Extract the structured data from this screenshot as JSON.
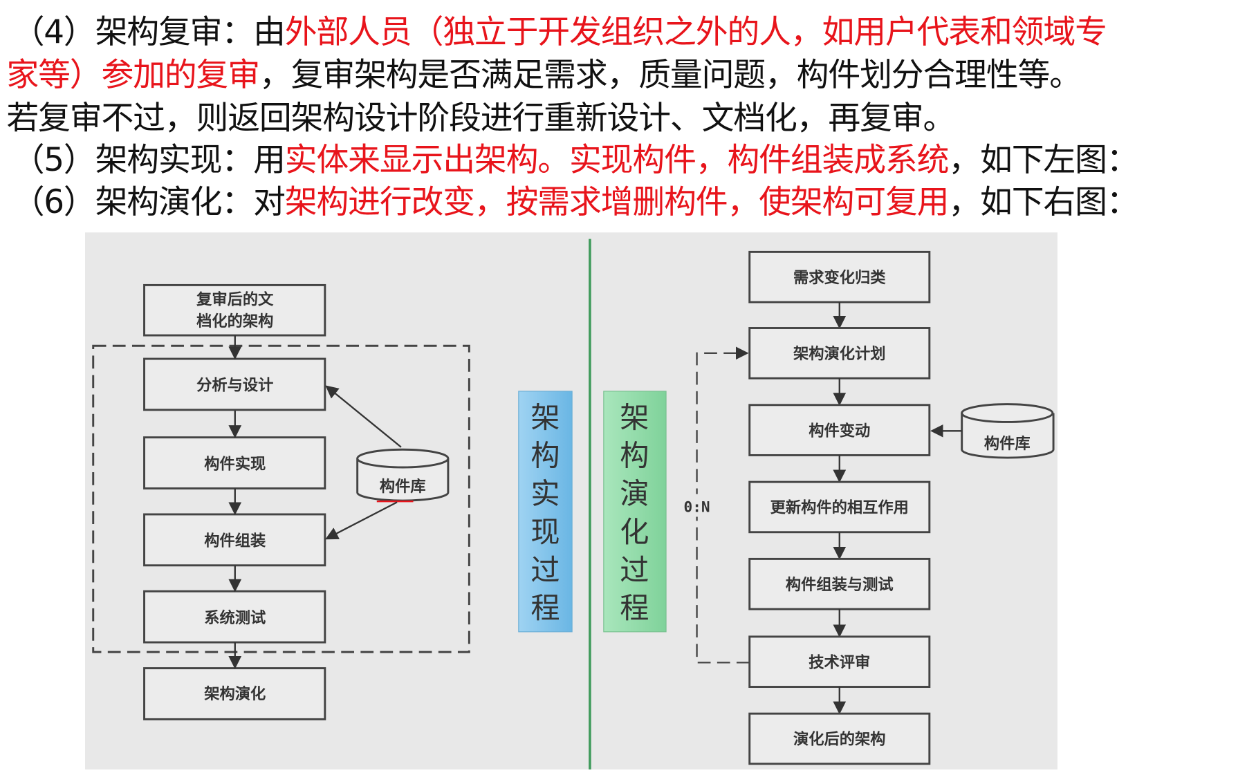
{
  "paragraphs": {
    "p4": {
      "a": "（4）架构复审：由",
      "b": "外部人员（独立于开发组织之外的人，如用户代表和领域专",
      "c": "家等）参加的复审",
      "d": "，复审架构是否满足需求，质量问题，构件划分合理性等。",
      "e": "若复审不过，则返回架构设计阶段进行重新设计、文档化，再复审。"
    },
    "p5": {
      "a": "（5）架构实现：用",
      "b": "实体来显示出架构。实现构件，构件组装成系统",
      "c": "，如下左图："
    },
    "p6": {
      "a": "（6）架构演化：对",
      "b": "架构进行改变，按需求增删构件，使架构可复用",
      "c": "，如下右图："
    }
  },
  "left_diagram": {
    "title_chars": [
      "架",
      "构",
      "实",
      "现",
      "过",
      "程"
    ],
    "start_box": [
      "复审后的文",
      "档化的架构"
    ],
    "steps": [
      "分析与设计",
      "构件实现",
      "构件组装",
      "系统测试"
    ],
    "end_box": "架构演化",
    "repository": "构件库"
  },
  "right_diagram": {
    "title_chars": [
      "架",
      "构",
      "演",
      "化",
      "过",
      "程"
    ],
    "steps": [
      "需求变化归类",
      "架构演化计划",
      "构件变动",
      "更新构件的相互作用",
      "构件组装与测试",
      "技术评审",
      "演化后的架构"
    ],
    "repository": "构件库",
    "loop_label": "0:N"
  },
  "colors": {
    "highlight": "#e8141b",
    "blue_box": "#7fc3ea",
    "green_box": "#8fdca8",
    "divider": "#3e9a5a"
  }
}
